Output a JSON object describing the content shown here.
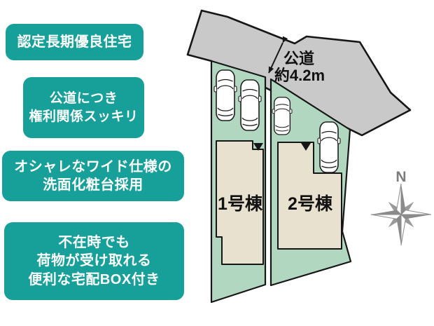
{
  "badges": [
    {
      "lines": [
        "認定長期優良住宅"
      ]
    },
    {
      "lines": [
        "公道につき",
        "権利関係スッキリ"
      ]
    },
    {
      "lines": [
        "オシャレなワイド仕様の",
        "洗面化粧台採用"
      ]
    },
    {
      "lines": [
        "不在時でも",
        "荷物が受け取れる",
        "便利な宅配BOX付き"
      ]
    }
  ],
  "plan": {
    "road_label": "公道",
    "road_width": "約4.2m",
    "lot1_label": "1号棟",
    "lot2_label": "2号棟",
    "compass_north": "N"
  },
  "colors": {
    "badge_teal": "#17a099",
    "lot_green": "#b2d7c1",
    "road_gray": "#c9c9c9",
    "building_beige": "#e9e1cf",
    "outline_black": "#161616",
    "compass_gray": "#8a8a8a"
  }
}
